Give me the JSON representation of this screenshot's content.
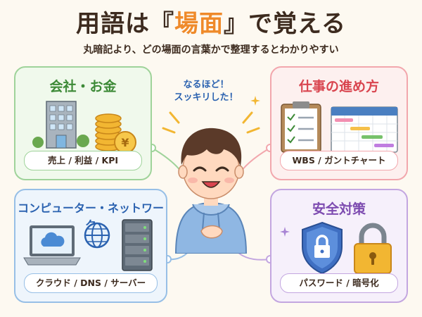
{
  "header": {
    "title_prefix": "用語は『",
    "title_highlight": "場面",
    "title_suffix": "』で覚える",
    "subtitle": "丸暗記より、どの場面の言葉かで整理するとわかりやすい"
  },
  "speech": {
    "line1": "なるほど！",
    "line2": "スッキリした！"
  },
  "cards": {
    "money": {
      "title": "会社・お金",
      "terms": "売上 / 利益 / KPI"
    },
    "work": {
      "title": "仕事の進め方",
      "terms": "WBS / ガントチャート"
    },
    "network": {
      "title": "コンピューター・ネットワーク",
      "terms": "クラウド / DNS / サーバー"
    },
    "security": {
      "title": "安全対策",
      "terms": "パスワード / 暗号化"
    }
  },
  "colors": {
    "accent": "#ef8a2a",
    "money": "#3d8a37",
    "work": "#d9454f",
    "network": "#2b62b0",
    "security": "#7d4bb0"
  }
}
